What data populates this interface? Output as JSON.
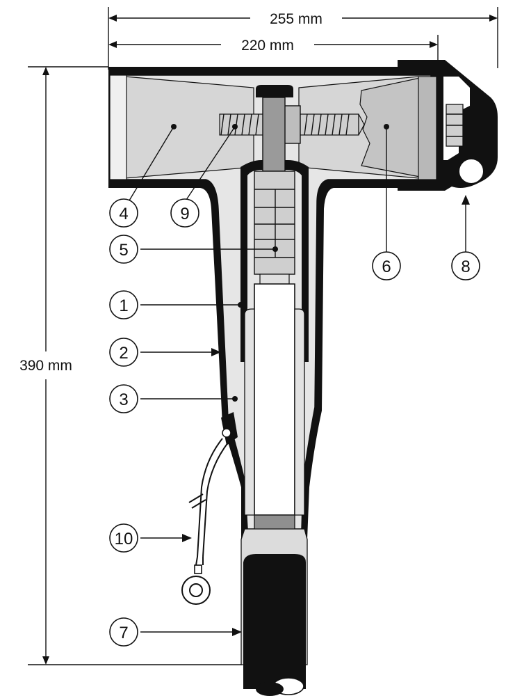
{
  "dimensions": {
    "overall_width": "255 mm",
    "inner_width": "220 mm",
    "height": "390 mm"
  },
  "callouts": [
    {
      "id": "1",
      "label": "1"
    },
    {
      "id": "2",
      "label": "2"
    },
    {
      "id": "3",
      "label": "3"
    },
    {
      "id": "4",
      "label": "4"
    },
    {
      "id": "5",
      "label": "5"
    },
    {
      "id": "6",
      "label": "6"
    },
    {
      "id": "7",
      "label": "7"
    },
    {
      "id": "8",
      "label": "8"
    },
    {
      "id": "9",
      "label": "9"
    },
    {
      "id": "10",
      "label": "10"
    }
  ],
  "colors": {
    "outline": "#111111",
    "insulation_light": "#e6e6e6",
    "insulation_mid": "#c9c9c9",
    "conductor_grey": "#9a9a9a",
    "cable_jacket": "#111111"
  }
}
